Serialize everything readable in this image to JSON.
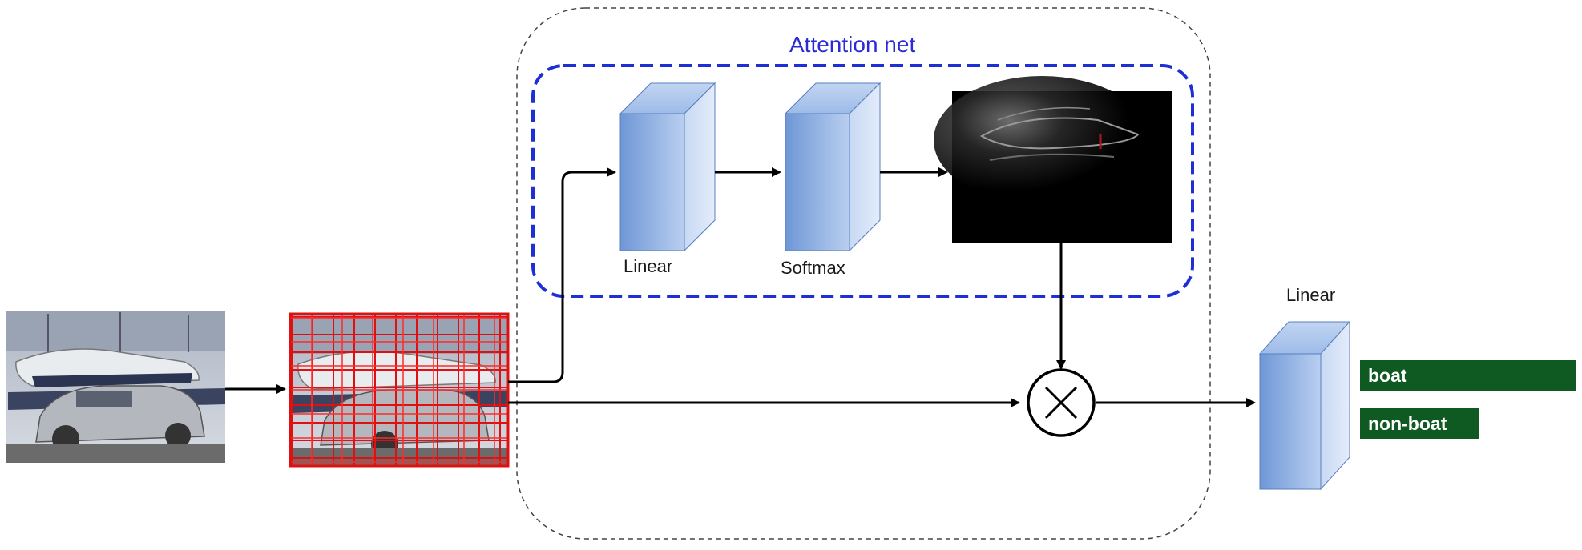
{
  "attention_net": {
    "title": "Attention net",
    "title_color": "#2a2ad6",
    "border_color": "#1f2fd6"
  },
  "layers": {
    "linear_1_label": "Linear",
    "softmax_label": "Softmax",
    "linear_2_label": "Linear",
    "block_color": "#8fb3e8"
  },
  "outputs": {
    "class_1": "boat",
    "class_2": "non-boat",
    "tag_color": "#0e5a22"
  },
  "operators": {
    "multiply_icon": "circled-times-icon"
  },
  "grid_color": "#e01010"
}
